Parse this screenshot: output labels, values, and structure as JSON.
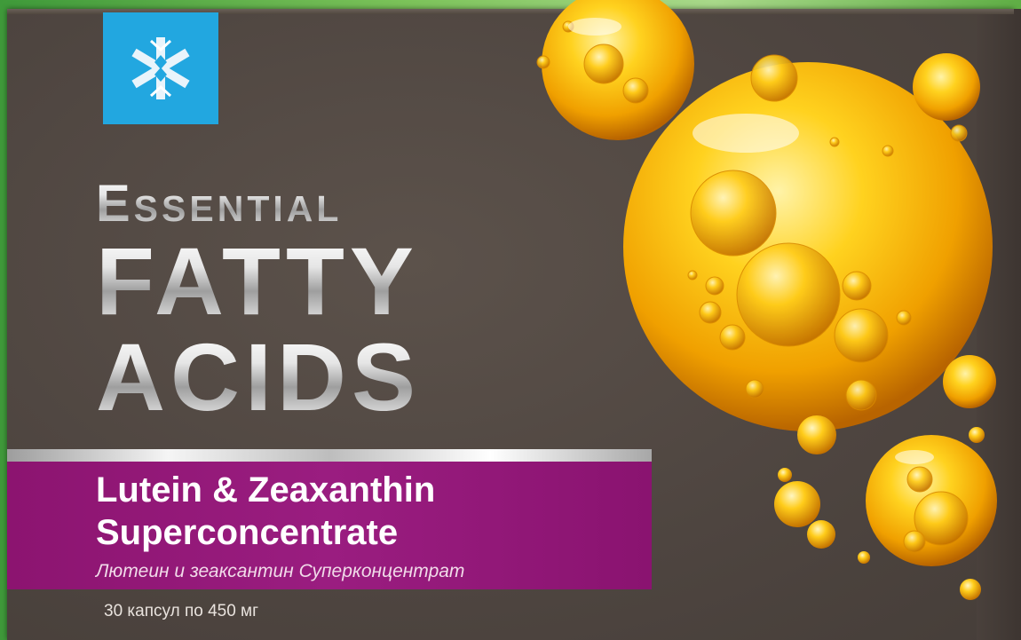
{
  "product": {
    "title_line1": "Essential",
    "title_line2": "FATTY",
    "title_line3": "ACIDS",
    "subtitle_line1": "Lutein & Zeaxanthin",
    "subtitle_line2": "Superconcentrate",
    "subtitle_ru": "Лютеин и зеаксантин Суперконцентрат",
    "capsule_info": "30 капсул по 450 мг"
  },
  "icons": {
    "logo": "snowflake-logo-icon",
    "decoration": "oil-bubbles-icon"
  },
  "colors": {
    "box_brown": "#4e4540",
    "logo_blue": "#22a7e0",
    "band_magenta": "#9a1d80",
    "oil_gold": "#f2b100",
    "text_white": "#ffffff"
  }
}
